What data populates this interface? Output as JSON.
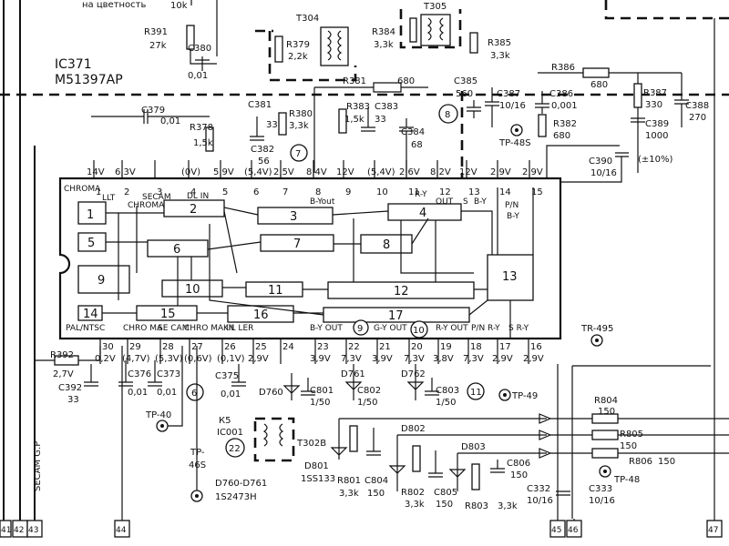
{
  "header": {
    "note": "на цветность",
    "top_res": "10k"
  },
  "ic": {
    "ref": "IC371",
    "part": "M51397AP"
  },
  "components": {
    "r391": "R391",
    "r391_v": "27k",
    "c380": "C380",
    "c380_v": "0,01",
    "t304": "T304",
    "t305": "T305",
    "r379": "R379",
    "r379_v": "2,2k",
    "r384": "R384",
    "r384_v": "3,3k",
    "r385": "R385",
    "r385_v": "3,3k",
    "r386": "R386",
    "r386_v": "680",
    "r381": "R381",
    "r381_v": "680",
    "c385": "C385",
    "c385_v": "560",
    "c387": "C387",
    "c387_v": "10/16",
    "c386": "C386",
    "c386_v": "0,001",
    "r387": "R387",
    "r387_v": "330",
    "c388": "C388",
    "c388_v": "270",
    "c389": "C389",
    "c389_v": "1000",
    "c379": "C379",
    "c379_v": "0,01",
    "r378": "R378",
    "r378_v": "1,5k",
    "c381": "C381",
    "c381_v": "33",
    "r380": "R380",
    "r380_v": "3,3k",
    "r383": "R383",
    "r383_v": "1,5k",
    "c383": "C383",
    "c383_v": "33",
    "c384": "C384",
    "c384_v": "68",
    "r382": "R382",
    "r382_v": "680",
    "c382": "C382",
    "c382_v": "56",
    "c390": "C390",
    "c390_v": "10/16",
    "tol": "(±10%)",
    "tp48s": "TP-48S",
    "tr495": "TR-495",
    "tp49": "TP-49",
    "tp40": "TP-40",
    "tp46s_a": "TP-",
    "tp46s_b": "46S",
    "tp48": "TP-48",
    "r392": "R392",
    "r392_v": "2,7V",
    "c392": "C392",
    "c392_v": "33",
    "c376": "C376",
    "c376_v": "0,01",
    "c373": "C373",
    "c373_v": "0,01",
    "c375": "C375",
    "c375_v": "0,01",
    "k5": "К5",
    "ic001": "IC001",
    "t302b": "T302B",
    "d760": "D760",
    "c801": "C801",
    "c801_v": "1/50",
    "d761": "D761",
    "c802": "C802",
    "c802_v": "1/50",
    "d762": "D762",
    "c803": "C803",
    "c803_v": "1/50",
    "d801": "D801",
    "d801_v": "1SS133",
    "r801": "R801",
    "r801_v": "3,3k",
    "c804": "C804",
    "c804_v": "150",
    "d802": "D802",
    "r802": "R802",
    "r802_v": "3,3k",
    "c805": "C805",
    "c805_v": "150",
    "d803": "D803",
    "r803": "R803",
    "r803_v": "3,3k",
    "c806": "C806",
    "c806_v": "150",
    "r804": "R804",
    "r804_v": "150",
    "r805": "R805",
    "r805_v": "150",
    "r806": "R806",
    "r806_v": "150",
    "c332": "C332",
    "c332_v": "10/16",
    "c333": "C333",
    "c333_v": "10/16",
    "d760_761": "D760-D761",
    "d760_761_v": "1S2473H",
    "secam_gp": "SECAM G.P"
  },
  "pins_top": [
    {
      "n": "1",
      "v": "14V"
    },
    {
      "n": "2",
      "v": "6,3V"
    },
    {
      "n": "3",
      "v": ""
    },
    {
      "n": "4",
      "v": "(0V)"
    },
    {
      "n": "5",
      "v": "5,9V"
    },
    {
      "n": "6",
      "v": "(5,4V)"
    },
    {
      "n": "7",
      "v": "2,5V"
    },
    {
      "n": "8",
      "v": "8,4V"
    },
    {
      "n": "9",
      "v": "12V"
    },
    {
      "n": "10",
      "v": "(5,4V)"
    },
    {
      "n": "11",
      "v": "2,6V"
    },
    {
      "n": "12",
      "v": "8,2V"
    },
    {
      "n": "13",
      "v": "12V"
    },
    {
      "n": "14",
      "v": "2,9V"
    },
    {
      "n": "15",
      "v": "2,9V"
    }
  ],
  "pins_bottom": [
    {
      "n": "30",
      "v": "0,2V"
    },
    {
      "n": "29",
      "v": "(4,7V)"
    },
    {
      "n": "28",
      "v": "(5,3V)"
    },
    {
      "n": "27",
      "v": "(0,6V)"
    },
    {
      "n": "26",
      "v": "(0,1V)"
    },
    {
      "n": "25",
      "v": "2,9V"
    },
    {
      "n": "24",
      "v": ""
    },
    {
      "n": "23",
      "v": "3,9V"
    },
    {
      "n": "22",
      "v": "7,3V"
    },
    {
      "n": "21",
      "v": "3,9V"
    },
    {
      "n": "20",
      "v": "7,3V"
    },
    {
      "n": "19",
      "v": "3,8V"
    },
    {
      "n": "18",
      "v": "7,3V"
    },
    {
      "n": "17",
      "v": "2,9V"
    },
    {
      "n": "16",
      "v": "2,9V"
    }
  ],
  "chip_labels": {
    "chroma": "CHROMA",
    "ult": "LLT",
    "secam": "SECAM",
    "chroma2": "CHROMA",
    "dl_in": "DL IN",
    "b_yout": "B-Yout",
    "r_y_out": "R-Y",
    "out": "OUT",
    "s": "S",
    "b_y": "B-Y",
    "pn": "P/N",
    "b_y2": "B-Y",
    "pal_ntsc": "PAL/NTSC",
    "chro_ma": "CHRO MA",
    "se_cam": "SE CAM",
    "chro_ma_in": "CHRO MA IN",
    "kil_ler": "KIL LER",
    "b_y_out": "B-Y OUT",
    "g_y_out": "G-Y OUT",
    "r_y_out2": "R-Y OUT",
    "pn_r_y": "P/N R-Y",
    "s_r_y": "S R-Y"
  },
  "blocks": [
    "1",
    "2",
    "3",
    "4",
    "5",
    "6",
    "7",
    "8",
    "9",
    "10",
    "11",
    "12",
    "13",
    "14",
    "15",
    "16",
    "17"
  ],
  "circled": [
    "6",
    "7",
    "8",
    "9",
    "10",
    "11",
    "22"
  ],
  "connectors": [
    "41",
    "42",
    "43",
    "44",
    "45",
    "46",
    "47"
  ]
}
